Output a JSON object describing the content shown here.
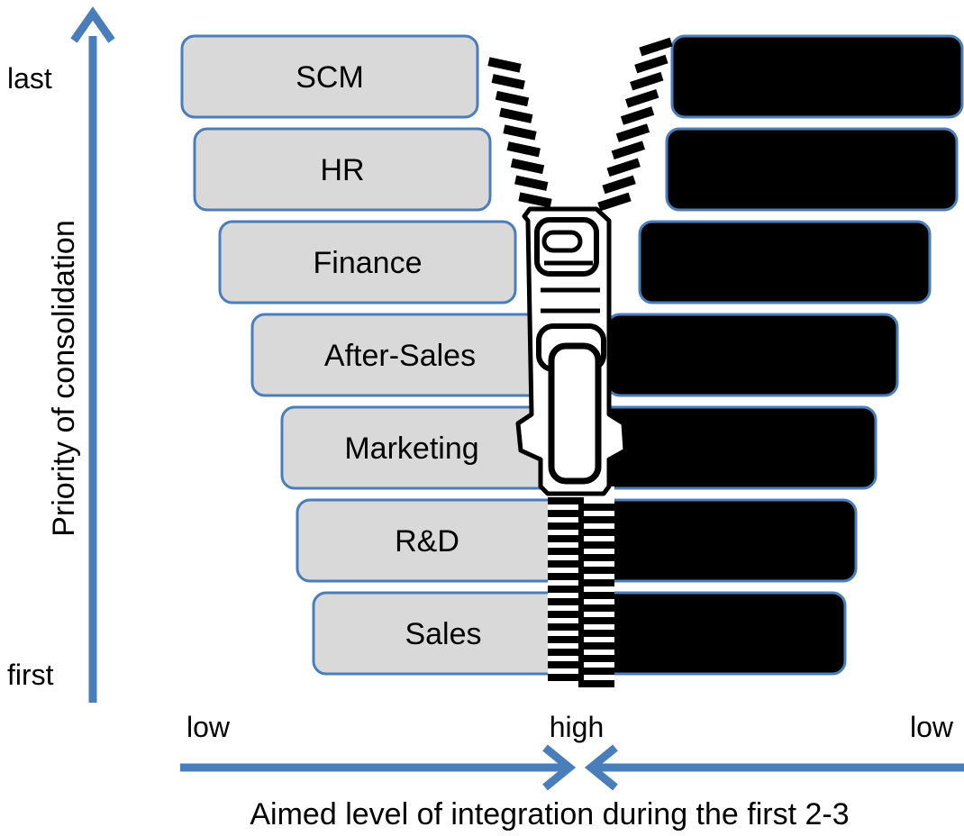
{
  "colors": {
    "arrow": "#4a7ebb",
    "left_box_fill": "#d9d9d9",
    "left_box_stroke": "#4a7ebb",
    "right_box_fill": "#000000",
    "right_box_stroke": "#4a7ebb",
    "right_text": "#ffffff",
    "left_text": "#000000"
  },
  "y_axis": {
    "title": "Priority of consolidation",
    "top_label": "last",
    "bottom_label": "first"
  },
  "x_axis": {
    "left_label": "low",
    "center_label": "high",
    "right_label": "low",
    "caption": "Aimed level of integration during the first 2-3"
  },
  "functions": [
    "SCM",
    "HR",
    "Finance",
    "After-Sales",
    "Marketing",
    "R&D",
    "Sales"
  ],
  "icons": {
    "zipper": "zipper-pull-icon"
  }
}
